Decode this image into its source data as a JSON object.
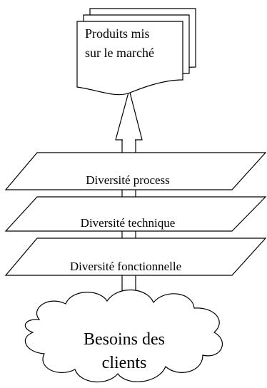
{
  "documents": {
    "line1": "Produits mis",
    "line2": "sur le marché"
  },
  "planes": [
    {
      "label": "Diversité process"
    },
    {
      "label": "Diversité technique"
    },
    {
      "label": "Diversité fonctionnelle"
    }
  ],
  "cloud": {
    "line1": "Besoins des",
    "line2": "clients"
  }
}
